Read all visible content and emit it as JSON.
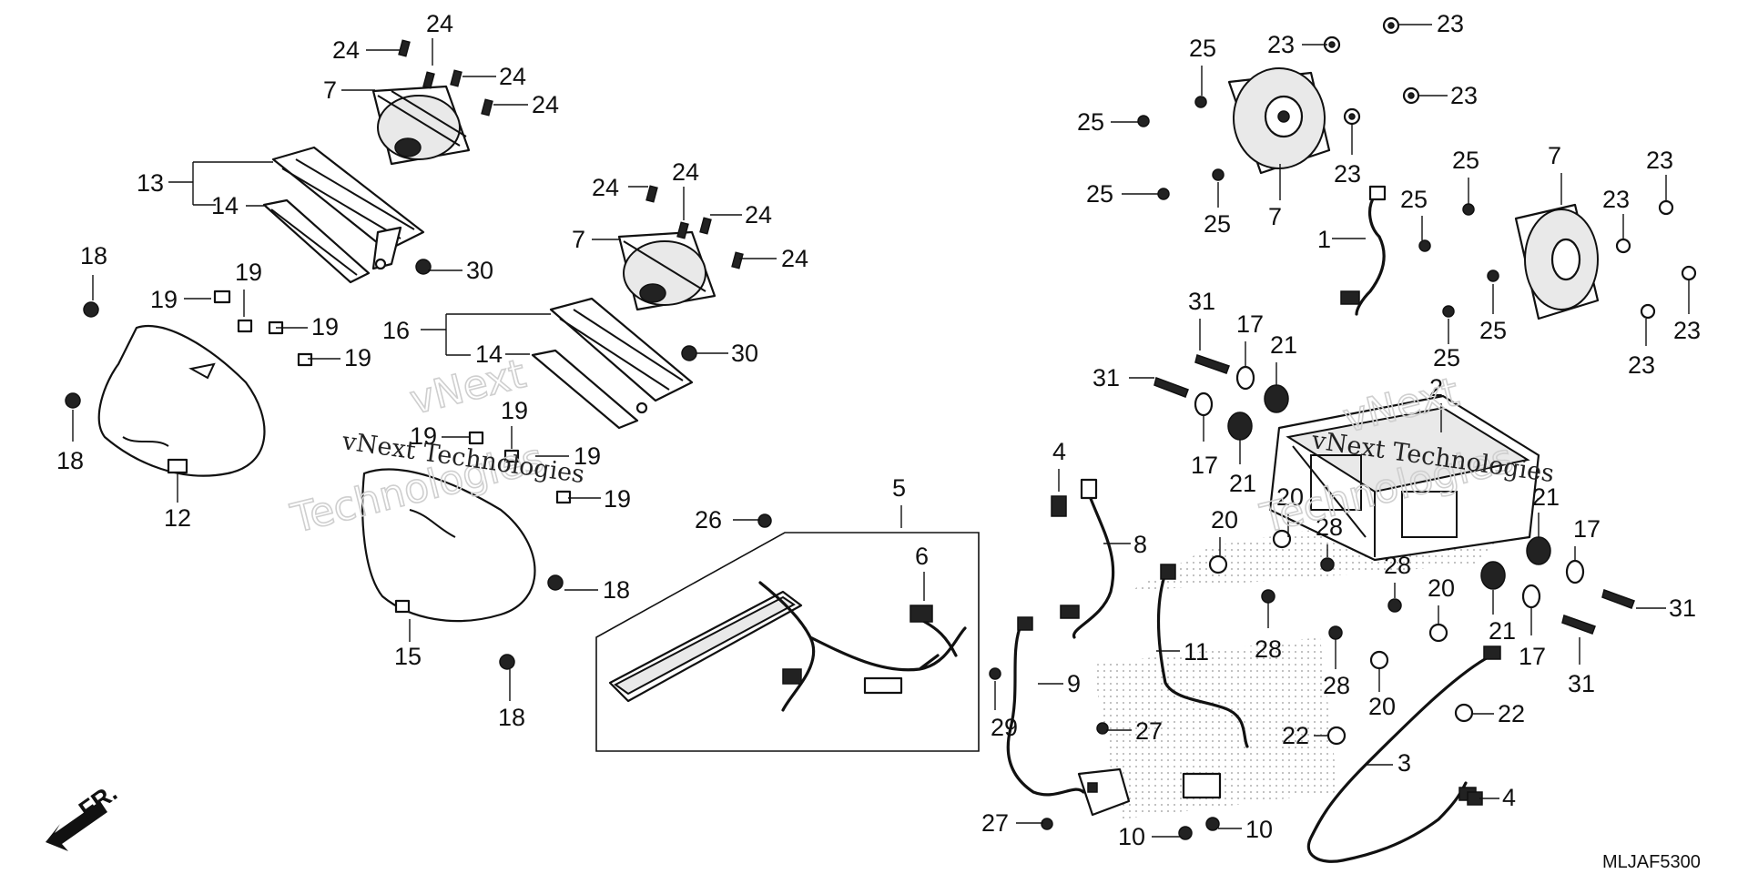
{
  "diagram_code": "MLJAF5300",
  "front_marker": "FR.",
  "watermarks": [
    "vNext",
    "Technologies"
  ],
  "callouts": {
    "c1": "24",
    "c2": "24",
    "c3": "24",
    "c4": "24",
    "c5": "7",
    "c6": "13",
    "c7": "14",
    "c8": "30",
    "c9": "18",
    "c10": "19",
    "c11": "19",
    "c12": "19",
    "c13": "19",
    "c14": "18",
    "c15": "12",
    "c16": "24",
    "c17": "24",
    "c18": "24",
    "c19": "7",
    "c20": "24",
    "c21": "16",
    "c22": "14",
    "c23": "30",
    "c24": "19",
    "c25": "19",
    "c26": "19",
    "c27": "19",
    "c28": "18",
    "c29": "15",
    "c30": "18",
    "c31": "5",
    "c32": "26",
    "c33": "6",
    "c34": "4",
    "c35": "8",
    "c36": "9",
    "c37": "29",
    "c38": "11",
    "c39": "27",
    "c40": "27",
    "c41": "10",
    "c42": "10",
    "c43": "23",
    "c44": "23",
    "c45": "23",
    "c46": "25",
    "c47": "25",
    "c48": "25",
    "c49": "25",
    "c50": "7",
    "c51": "23",
    "c52": "1",
    "c53": "25",
    "c54": "25",
    "c55": "7",
    "c56": "23",
    "c57": "23",
    "c58": "25",
    "c59": "25",
    "c60": "23",
    "c61": "23",
    "c62": "31",
    "c63": "31",
    "c64": "17",
    "c65": "21",
    "c66": "17",
    "c67": "21",
    "c68": "2",
    "c69": "20",
    "c70": "20",
    "c71": "28",
    "c72": "28",
    "c73": "28",
    "c74": "20",
    "c75": "28",
    "c76": "21",
    "c77": "21",
    "c78": "17",
    "c79": "17",
    "c80": "31",
    "c81": "31",
    "c82": "20",
    "c83": "22",
    "c84": "22",
    "c85": "3",
    "c86": "4"
  }
}
